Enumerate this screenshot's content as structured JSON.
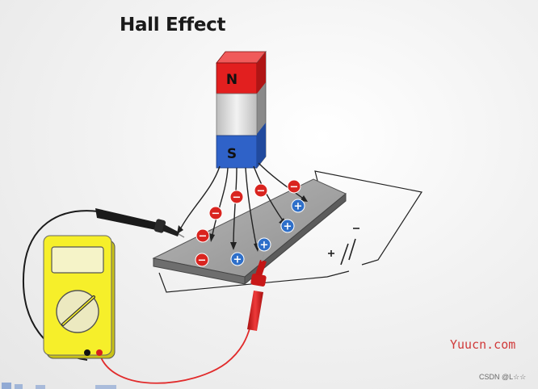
{
  "title": "Hall Effect",
  "magnet": {
    "north_label": "N",
    "south_label": "S",
    "colors": {
      "north": "#e21f1f",
      "middle": "#d8d8d8",
      "south": "#2f62c8"
    }
  },
  "charges": {
    "negative_symbol": "−",
    "positive_symbol": "+",
    "colors": {
      "negative": "#d9241f",
      "positive": "#2e6fc9"
    }
  },
  "probes": {
    "black_color": "#1a1a1a",
    "red_color": "#d61e1e"
  },
  "multimeter": {
    "body_color": "#f6ef2a"
  },
  "watermarks": {
    "site": "Yuucn.com",
    "csdn": "CSDN @L☆☆"
  }
}
